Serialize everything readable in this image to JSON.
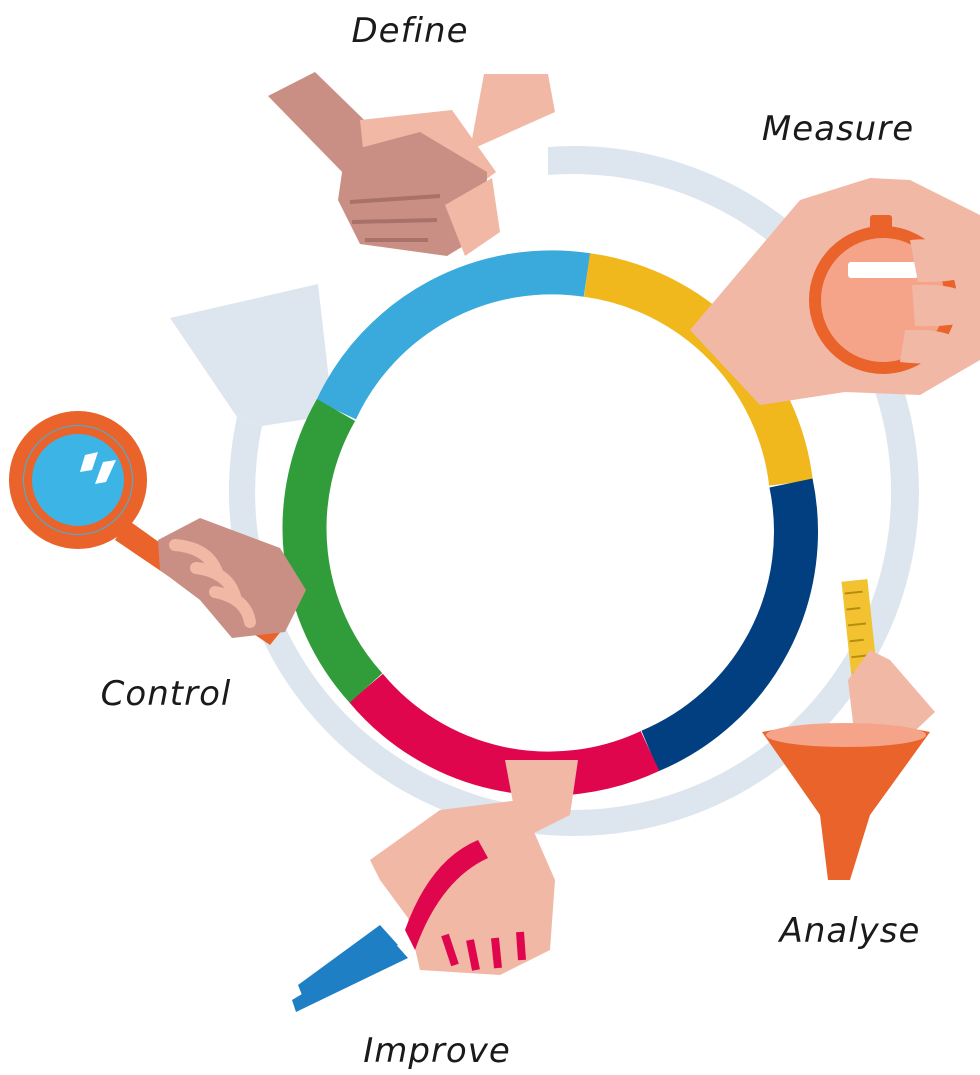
{
  "phases": {
    "define": {
      "label": "Define",
      "color": "#3aa9dc",
      "icon": "handshake-icon"
    },
    "measure": {
      "label": "Measure",
      "color": "#f0b81c",
      "icon": "stopwatch-icon"
    },
    "analyse": {
      "label": "Analyse",
      "color": "#023f81",
      "icon": "funnel-ruler-icon"
    },
    "improve": {
      "label": "Improve",
      "color": "#e0064e",
      "icon": "pliers-icon"
    },
    "control": {
      "label": "Control",
      "color": "#319d3a",
      "icon": "magnifier-icon"
    }
  },
  "colors": {
    "cycle_arrow": "#dde6ef",
    "skin_light": "#f1b8a6",
    "skin_dark": "#c98f85",
    "tool_orange": "#e9632b",
    "lens_blue": "#3cb4e5",
    "pliers_blue": "#1f7fc4",
    "pliers_handle": "#e0064e",
    "ruler_yellow": "#f2c230"
  }
}
